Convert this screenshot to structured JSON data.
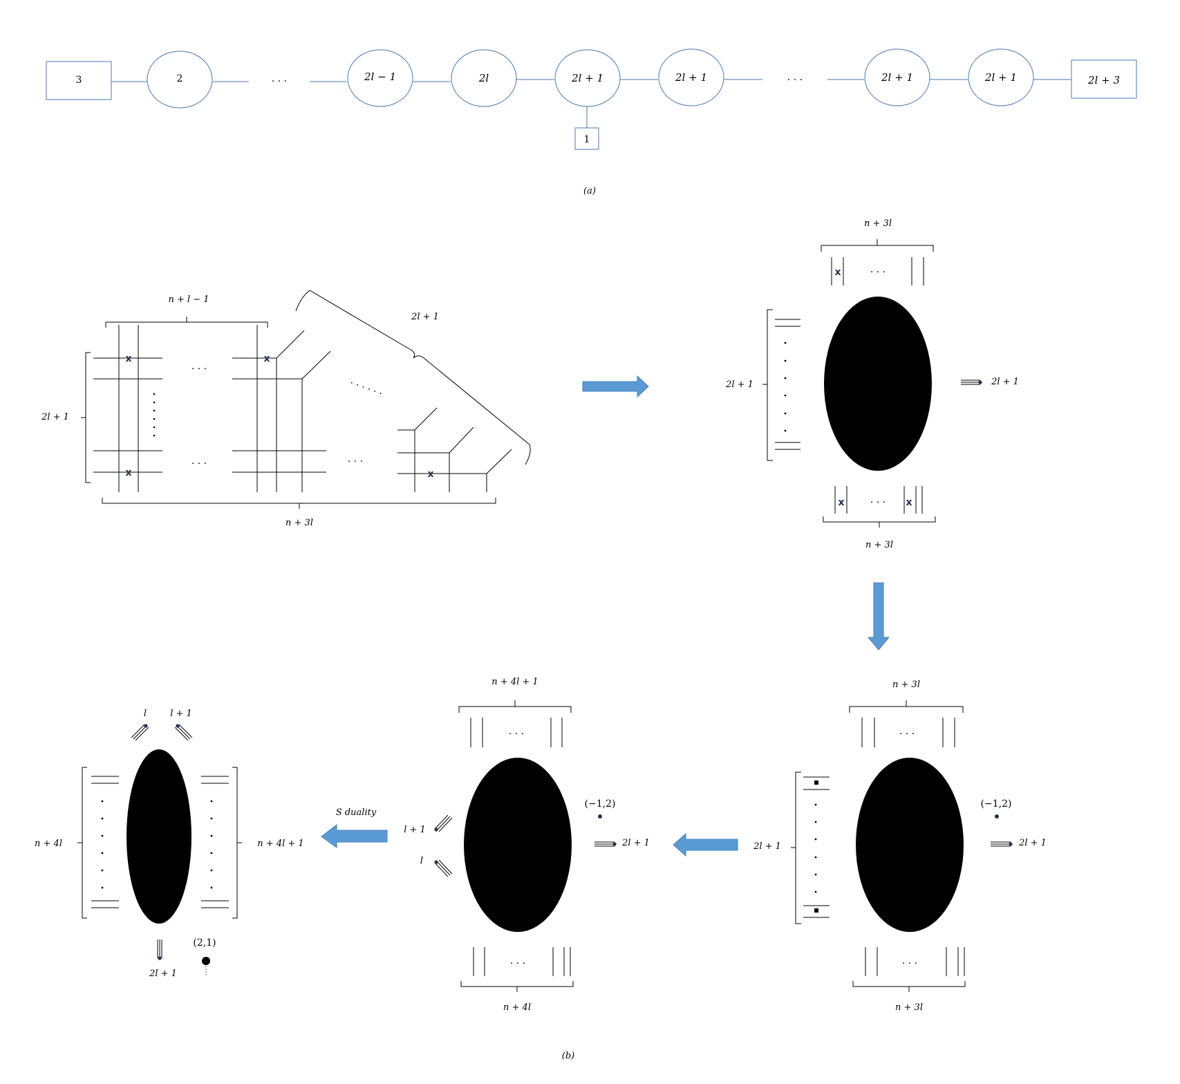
{
  "quiver": {
    "nodes": [
      {
        "label": "3",
        "kind": "flavor"
      },
      {
        "label": "2",
        "kind": "gauge"
      },
      {
        "label": "2l − 1",
        "kind": "gauge"
      },
      {
        "label": "2l",
        "kind": "gauge"
      },
      {
        "label": "2l + 1",
        "kind": "gauge"
      },
      {
        "label": "2l + 1",
        "kind": "gauge"
      },
      {
        "label": "2l + 1",
        "kind": "gauge"
      },
      {
        "label": "2l + 1",
        "kind": "gauge"
      },
      {
        "label": "2l + 3",
        "kind": "flavor"
      }
    ],
    "extra_flavor": "1",
    "ellipsis": "· · ·",
    "caption": "(a)"
  },
  "web1": {
    "top_brace": "n + l − 1",
    "left_brace": "2l + 1",
    "bottom_brace": "n + 3l",
    "diag_brace": "2l + 1",
    "dots": "· · ·",
    "diag_dots": "· · · · · ·"
  },
  "web2": {
    "top": "n + 3l",
    "left": "2l + 1",
    "right": "2l + 1",
    "bottom": "n + 3l"
  },
  "web3": {
    "top": "n + 3l",
    "left": "2l + 1",
    "right": "2l + 1",
    "bottom": "n + 3l",
    "charge": "(−1,2)"
  },
  "web4": {
    "top": "n + 4l + 1",
    "bottom": "n + 4l",
    "right": "2l + 1",
    "upper_left": "l + 1",
    "lower_left": "l",
    "charge": "(−1,2)"
  },
  "web5": {
    "top_left": "l",
    "top_right": "l + 1",
    "left": "n + 4l",
    "right": "n + 4l + 1",
    "bottom": "2l + 1",
    "charge": "(2,1)"
  },
  "s_duality": "S duality",
  "caption_b": "(b)",
  "colors": {
    "arrow": "#5b9bd5",
    "quiver_line": "#4a78b0",
    "ink": "#000000"
  }
}
